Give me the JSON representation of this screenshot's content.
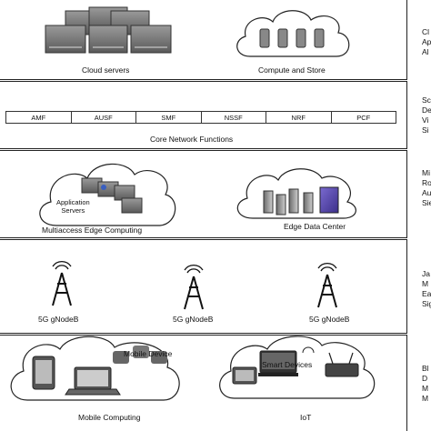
{
  "layers": {
    "cloud": {
      "cloud_servers_label": "Cloud servers",
      "compute_store_label": "Compute and Store",
      "side_text": [
        "Cl",
        "Ap",
        "Al"
      ]
    },
    "core": {
      "functions": [
        "AMF",
        "AUSF",
        "SMF",
        "NSSF",
        "NRF",
        "PCF"
      ],
      "title": "Core Network Functions",
      "side_text": [
        "Sc",
        "De",
        "Vi",
        "Si"
      ]
    },
    "edge": {
      "application_servers_label": "Application\nServers",
      "mec_label": "Multiaccess Edge Computing",
      "edge_dc_label": "Edge Data Center",
      "side_text": [
        "Mi",
        "Ro",
        "Au",
        "Sie"
      ]
    },
    "ran": {
      "gnodeb_labels": [
        "5G gNodeB",
        "5G gNodeB",
        "5G gNodeB"
      ],
      "side_text": [
        "Ja",
        "M",
        "Ea",
        "Sig"
      ]
    },
    "devices": {
      "mobile_device_label": "Mobile Device",
      "mobile_computing_label": "Mobile Computing",
      "smart_devices_label": "Smart Devices",
      "iot_label": "IoT",
      "side_text": [
        "Bl",
        "D",
        "M",
        "M"
      ]
    }
  }
}
